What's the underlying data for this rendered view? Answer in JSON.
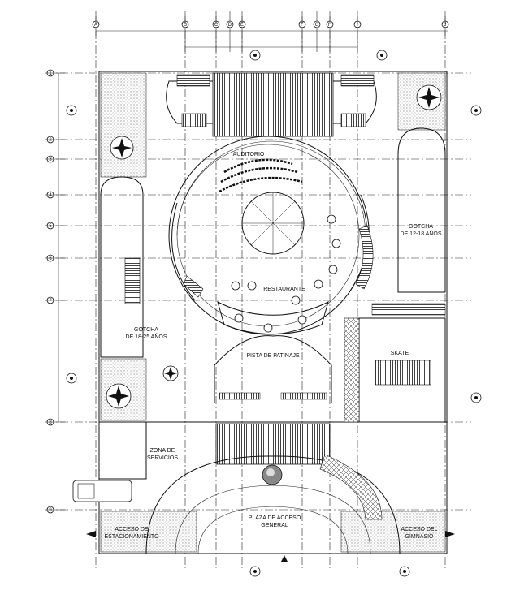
{
  "labels": {
    "auditorium": "AUDITORIO",
    "restaurant": "RESTAURANTE",
    "skating_rink": "PISTA DE PATINAJE",
    "skate": "SKATE",
    "gotcha_18_25_l1": "GOTCHA",
    "gotcha_18_25_l2": "DE 18-25 AÑOS",
    "gotcha_12_18_l1": "GOTCHA",
    "gotcha_12_18_l2": "DE 12-18 AÑOS",
    "service_zone_l1": "ZONA DE",
    "service_zone_l2": "SERVICIOS",
    "plaza_l1": "PLAZA DE ACCESO",
    "plaza_l2": "GENERAL",
    "parking_access_l1": "ACCESO DE",
    "parking_access_l2": "ESTACIONAMIENTO",
    "gym_access_l1": "ACCESO DEL",
    "gym_access_l2": "GIMNASIO"
  },
  "grid_axes": {
    "vertical": [
      "A",
      "B",
      "C",
      "D",
      "E",
      "F",
      "G",
      "H",
      "I",
      "J"
    ],
    "horizontal": [
      "1",
      "2",
      "3",
      "4",
      "5",
      "6",
      "7",
      "8",
      "9"
    ]
  },
  "colors": {
    "ink": "#111111",
    "paper": "#ffffff"
  }
}
